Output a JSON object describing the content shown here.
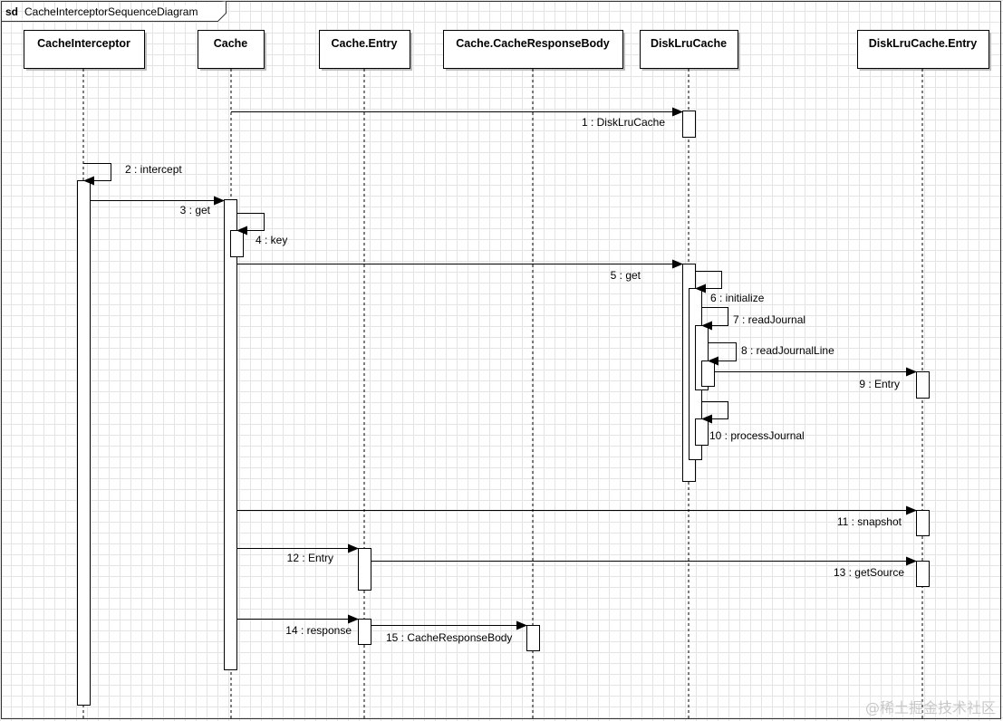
{
  "diagram": {
    "frame_keyword": "sd",
    "frame_title": "CacheInterceptorSequenceDiagram",
    "lifelines": [
      {
        "id": "cacheinterceptor",
        "label": "CacheInterceptor"
      },
      {
        "id": "cache",
        "label": "Cache"
      },
      {
        "id": "cache-entry",
        "label": "Cache.Entry"
      },
      {
        "id": "cacheresponsebody",
        "label": "Cache.CacheResponseBody"
      },
      {
        "id": "disklrucache",
        "label": "DiskLruCache"
      },
      {
        "id": "disklrucache-entry",
        "label": "DiskLruCache.Entry"
      }
    ],
    "messages": [
      {
        "n": 1,
        "label": "1 : DiskLruCache",
        "from": "cache",
        "to": "disklrucache"
      },
      {
        "n": 2,
        "label": "2 : intercept",
        "from": "cacheinterceptor",
        "to": "cacheinterceptor"
      },
      {
        "n": 3,
        "label": "3 : get",
        "from": "cacheinterceptor",
        "to": "cache"
      },
      {
        "n": 4,
        "label": "4 : key",
        "from": "cache",
        "to": "cache"
      },
      {
        "n": 5,
        "label": "5 : get",
        "from": "cache",
        "to": "disklrucache"
      },
      {
        "n": 6,
        "label": "6 : initialize",
        "from": "disklrucache",
        "to": "disklrucache"
      },
      {
        "n": 7,
        "label": "7 : readJournal",
        "from": "disklrucache",
        "to": "disklrucache"
      },
      {
        "n": 8,
        "label": "8 : readJournalLine",
        "from": "disklrucache",
        "to": "disklrucache"
      },
      {
        "n": 9,
        "label": "9 : Entry",
        "from": "disklrucache",
        "to": "disklrucache-entry"
      },
      {
        "n": 10,
        "label": "10 : processJournal",
        "from": "disklrucache",
        "to": "disklrucache"
      },
      {
        "n": 11,
        "label": "11 : snapshot",
        "from": "cache",
        "to": "disklrucache-entry"
      },
      {
        "n": 12,
        "label": "12 : Entry",
        "from": "cache",
        "to": "cache-entry"
      },
      {
        "n": 13,
        "label": "13 : getSource",
        "from": "cache-entry",
        "to": "disklrucache-entry"
      },
      {
        "n": 14,
        "label": "14 : response",
        "from": "cache",
        "to": "cache-entry"
      },
      {
        "n": 15,
        "label": "15 : CacheResponseBody",
        "from": "cache-entry",
        "to": "cacheresponsebody"
      }
    ]
  },
  "watermark": "@稀土掘金技术社区"
}
